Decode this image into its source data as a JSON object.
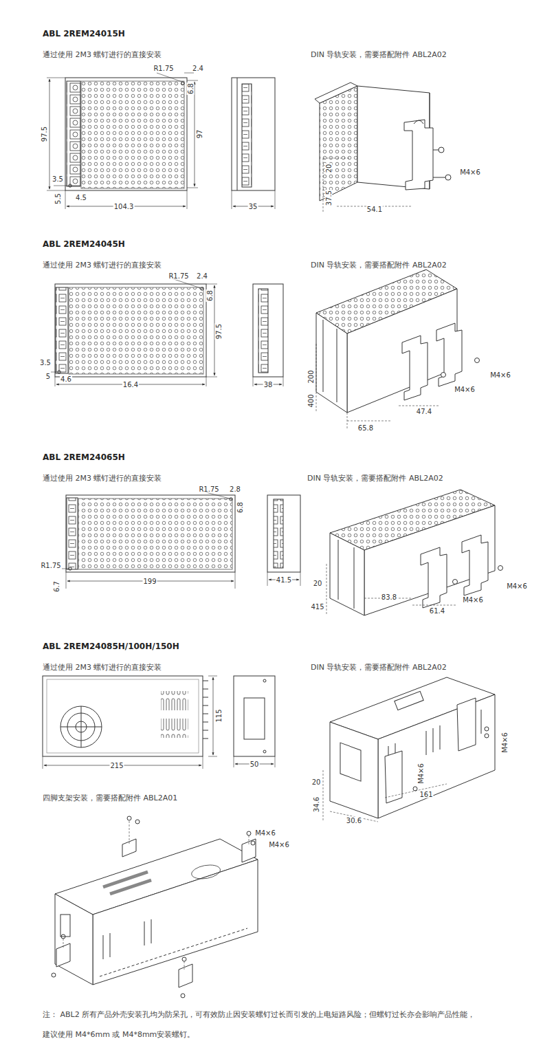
{
  "diagram": {
    "labels": [
      "ABL 2REM24015H",
      "通过使用 2M3 螺钉进行的直接安装",
      "DIN 导轨安装，需要搭配附件 ABL2A02",
      "R1.75",
      "2.4",
      "6.8",
      "97.5",
      "97",
      "3.5",
      "5.5",
      "4.5",
      "104.3",
      "35",
      "20",
      "37.5",
      "54.1",
      "M4×6",
      "ABL 2REM24045H",
      "通过使用 2M3 螺钉进行的直接安装",
      "DIN 导轨安装，需要搭配附件 ABL2A02",
      "R1.75",
      "2.4",
      "6.8",
      "97.5",
      "3.5",
      "5",
      "4.6",
      "16.4",
      "38",
      "200",
      "400",
      "47.4",
      "65.8",
      "M4×6",
      "M4×6",
      "ABL 2REM24065H",
      "通过使用 2M3 螺钉进行的直接安装",
      "DIN 导轨安装，需要搭配附件 ABL2A02",
      "R1.75",
      "2.8",
      "6.8",
      "R1.75",
      "6.7",
      "199",
      "41.5",
      "20",
      "415",
      "83.8",
      "61.4",
      "M4×6",
      "M4×6",
      "ABL 2REM24085H/100H/150H",
      "通过使用 2M3 螺钉进行的直接安装",
      "DIN 导轨安装，需要搭配附件 ABL2A02",
      "115",
      "215",
      "50",
      "20",
      "34.6",
      "30.6",
      "161",
      "M4×6",
      "M4×6",
      "四脚支架安装，需要搭配附件 ABL2A01",
      "M4×6",
      "M4×6",
      "注： ABL2 所有产品外壳安装孔均为防呆孔，可有效防止因安装螺钉过长而引发的上电短路风险；但螺钉过长亦会影响产品性能，",
      "建议使用 M4*6mm 或 M4*8mm安装螺钉。"
    ]
  }
}
